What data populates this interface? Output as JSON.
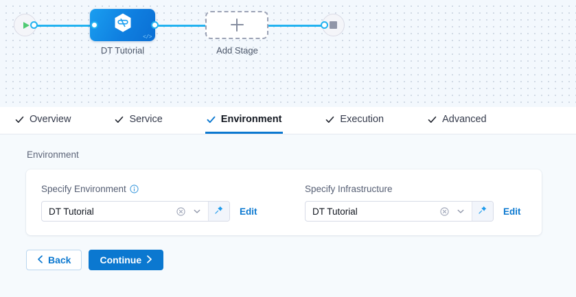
{
  "canvas": {
    "start_node": {
      "name": "pipeline-start",
      "icon": "play-icon"
    },
    "end_node": {
      "name": "pipeline-end",
      "icon": "stop-icon"
    },
    "nodes": [
      {
        "label": "DT Tutorial",
        "icon": "harness-hexagon-icon",
        "badge": "</>"
      },
      {
        "label": "Add Stage",
        "icon": "plus-icon"
      }
    ],
    "colors": {
      "edge": "#21b2f0",
      "node_blue": "#0f7fe0",
      "play_green": "#4fca72"
    }
  },
  "tabs": [
    {
      "label": "Overview",
      "icon": "check-icon",
      "active": false
    },
    {
      "label": "Service",
      "icon": "check-icon",
      "active": false
    },
    {
      "label": "Environment",
      "icon": "check-icon",
      "active": true
    },
    {
      "label": "Execution",
      "icon": "check-icon",
      "active": false
    },
    {
      "label": "Advanced",
      "icon": "check-icon",
      "active": false
    }
  ],
  "panel": {
    "section_title": "Environment",
    "environment_field": {
      "label": "Specify Environment",
      "info_icon": "info-circle-icon",
      "value": "DT Tutorial",
      "clear_icon": "clear-circle-icon",
      "chevron_icon": "chevron-down-icon",
      "pin_icon": "pin-icon",
      "edit_label": "Edit"
    },
    "infrastructure_field": {
      "label": "Specify Infrastructure",
      "value": "DT Tutorial",
      "clear_icon": "clear-circle-icon",
      "chevron_icon": "chevron-down-icon",
      "pin_icon": "pin-icon",
      "edit_label": "Edit"
    }
  },
  "footer": {
    "back_label": "Back",
    "continue_label": "Continue",
    "back_icon": "chevron-left-icon",
    "continue_icon": "chevron-right-icon",
    "accent_color": "#0b78d0"
  }
}
